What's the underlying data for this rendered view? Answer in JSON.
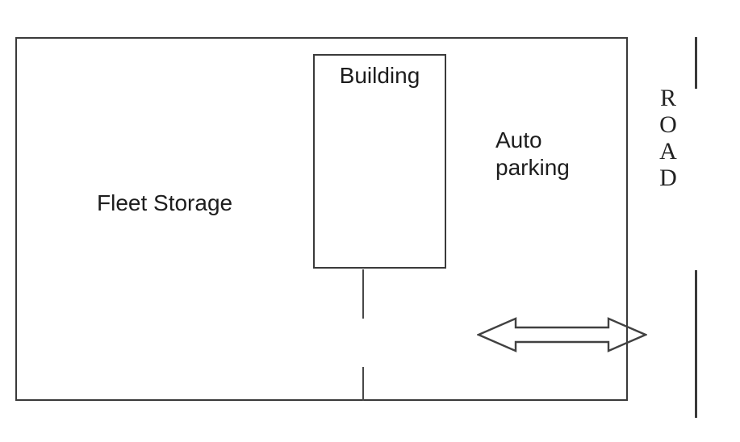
{
  "site_plan": {
    "areas": {
      "fleet_storage": {
        "label": "Fleet Storage"
      },
      "building": {
        "label": "Building"
      },
      "auto_parking": {
        "label_lines": [
          "Auto",
          "parking"
        ]
      }
    },
    "road": {
      "letters": [
        "R",
        "O",
        "A",
        "D"
      ]
    },
    "colors": {
      "stroke": "#3a3a3a",
      "text": "#1d1d1d",
      "background": "#ffffff"
    },
    "icons": {
      "two_way_arrow": "two-way-arrow"
    }
  }
}
